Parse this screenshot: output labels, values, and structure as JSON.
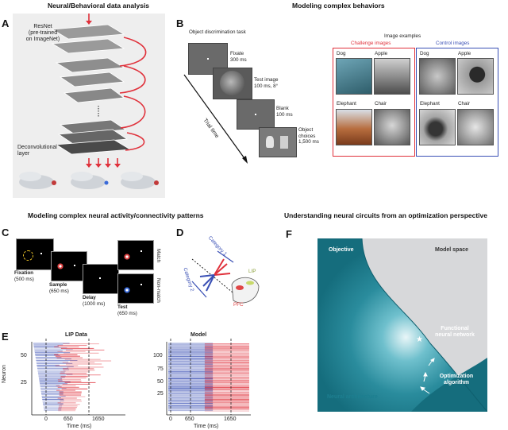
{
  "section_titles": {
    "top_left": "Neural/Behavioral data analysis",
    "top_right": "Modeling complex behaviors",
    "mid_left": "Modeling complex neural activity/connectivity patterns",
    "mid_right": "Understanding neural circuits from an optimization perspective"
  },
  "panel_letters": {
    "A": "A",
    "B": "B",
    "C": "C",
    "D": "D",
    "E": "E",
    "F": "F"
  },
  "panel_a": {
    "resnet_label_line1": "ResNet",
    "resnet_label_line2": "(pre-trained",
    "resnet_label_line3": "on ImageNet)",
    "deconv_label_line1": "Deconvolutional",
    "deconv_label_line2": "layer"
  },
  "panel_b": {
    "task_title": "Object discrimination task",
    "fixate": "Fixate",
    "fixate_time": "300 ms",
    "test_image": "Test image",
    "test_image_time": "100 ms, 8°",
    "blank": "Blank",
    "blank_time": "100 ms",
    "object_choices": "Object",
    "object_choices2": "choices",
    "object_choices_time": "1,500 ms",
    "trial_time": "Trial time",
    "examples_title": "Image examples",
    "challenge_title": "Challenge images",
    "control_title": "Control images",
    "challenge_labels": [
      "Dog",
      "Apple",
      "Elephant",
      "Chair"
    ],
    "control_labels": [
      "Dog",
      "Apple",
      "Elephant",
      "Chair"
    ],
    "challenge_color": "#e0313b",
    "control_color": "#3a50b5"
  },
  "panel_c": {
    "fixation": "Fixation",
    "fixation_time": "(500 ms)",
    "sample": "Sample",
    "sample_time": "(650 ms)",
    "delay": "Delay",
    "delay_time": "(1000 ms)",
    "test": "Test",
    "test_time": "(650 ms)",
    "match": "Match",
    "non_match": "Non-match"
  },
  "panel_d": {
    "category1": "Category 1",
    "category2": "Category 2",
    "lip": "LIP",
    "pfc": "PFC"
  },
  "panel_e": {
    "left_title": "LIP Data",
    "right_title": "Model",
    "ylabel": "Neuron",
    "left_yticks": [
      "50",
      "25"
    ],
    "right_yticks": [
      "100",
      "75",
      "50",
      "25"
    ],
    "xticks": [
      "0",
      "650",
      "1650"
    ],
    "xlabel": "Time (ms)"
  },
  "panel_f": {
    "objective": "Objective",
    "model_space": "Model space",
    "functional_line1": "Functional",
    "functional_line2": "neural network",
    "optimization_line1": "Optimization",
    "optimization_line2": "algorithm",
    "neural_architecture": "Neural architecture",
    "teal_color": "#1d7f90"
  }
}
